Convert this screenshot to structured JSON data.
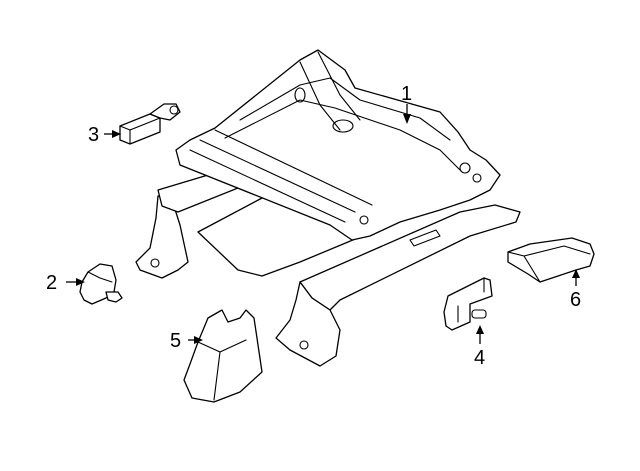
{
  "callouts": [
    {
      "number": "1"
    },
    {
      "number": "2"
    },
    {
      "number": "3"
    },
    {
      "number": "4"
    },
    {
      "number": "5"
    },
    {
      "number": "6"
    }
  ],
  "colors": {
    "background": "#ffffff",
    "line": "#000000"
  }
}
